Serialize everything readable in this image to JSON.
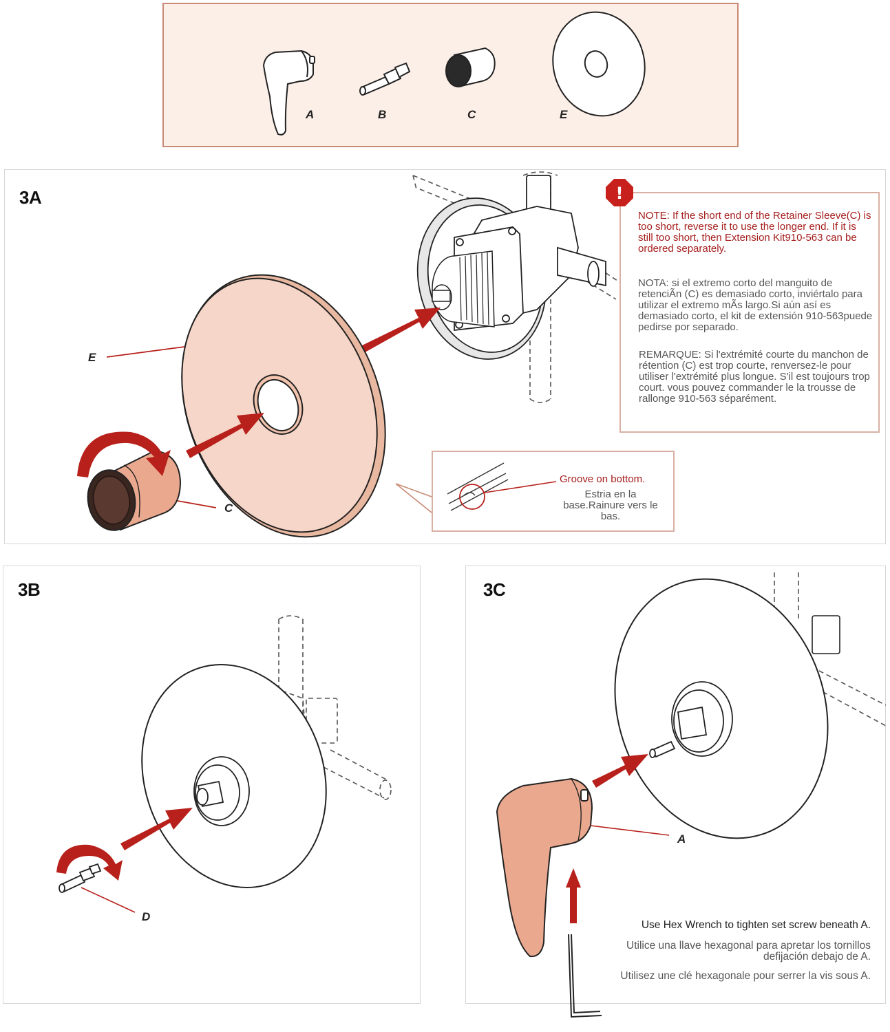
{
  "parts": {
    "a": "A",
    "b": "B",
    "c": "C",
    "e": "E"
  },
  "step_3a": {
    "title": "3A",
    "label_e": "E",
    "label_c": "C",
    "note_icon": "!",
    "note_en": "NOTE: If the short end of the Retainer Sleeve(C) is too short, reverse it to use the longer end. If it is still too short, then Extension Kit910-563 can be ordered separately.",
    "note_es": "NOTA: si el extremo corto del manguito de retenciÃn (C) es demasiado corto, inviértalo para utilizar el extremo mÃs largo.Si aún así es demasiado corto, el kit de extensión 910-563puede pedirse por separado.",
    "note_fr": "REMARQUE: Si l'extrémité courte du manchon de rétention (C) est trop courte, renversez-le pour utiliser l'extrémité plus longue. S'il est toujours trop court. vous pouvez commander le la trousse de rallonge 910-563 séparément.",
    "groove_en": "Groove on bottom.",
    "groove_es_fr": "Estria en la base.Rainure vers le bas."
  },
  "step_3b": {
    "title": "3B",
    "label_d": "D"
  },
  "step_3c": {
    "title": "3C",
    "label_a": "A",
    "instr_en": "Use Hex Wrench to tighten set screw beneath A.",
    "instr_es": "Utilice una llave hexagonal para apretar los tornillos defijación debajo de A.",
    "instr_fr": "Utilisez une clé hexagonale pour serrer la vis sous A."
  },
  "colors": {
    "accent_red": "#b8201b",
    "note_red": "#a51c1c",
    "copper": "#eaa98f",
    "plate_fill": "#f6d6c8",
    "frame": "#c98a75"
  }
}
